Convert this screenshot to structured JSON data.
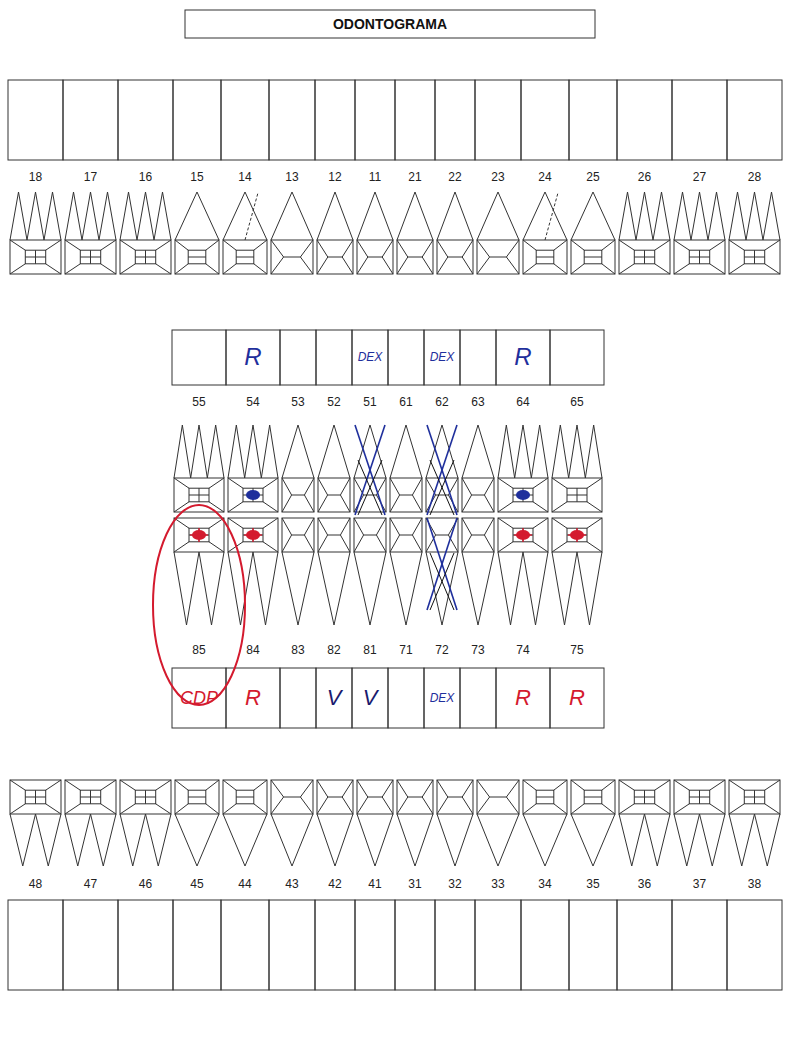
{
  "diagram": {
    "title": "ODONTOGRAMA",
    "labels": [
      "18",
      "17",
      "16",
      "15",
      "14",
      "13",
      "12",
      "11",
      "21",
      "22",
      "23",
      "24",
      "25",
      "26",
      "27",
      "28",
      "R",
      "DEX",
      "DEX",
      "R",
      "55",
      "54",
      "53",
      "52",
      "51",
      "61",
      "62",
      "63",
      "64",
      "65",
      "85",
      "84",
      "83",
      "82",
      "81",
      "71",
      "72",
      "73",
      "74",
      "75",
      "CDP",
      "R",
      "V",
      "V",
      "DEX",
      "R",
      "R",
      "48",
      "47",
      "46",
      "45",
      "44",
      "43",
      "42",
      "41",
      "31",
      "32",
      "33",
      "34",
      "35",
      "36",
      "37",
      "38"
    ]
  }
}
